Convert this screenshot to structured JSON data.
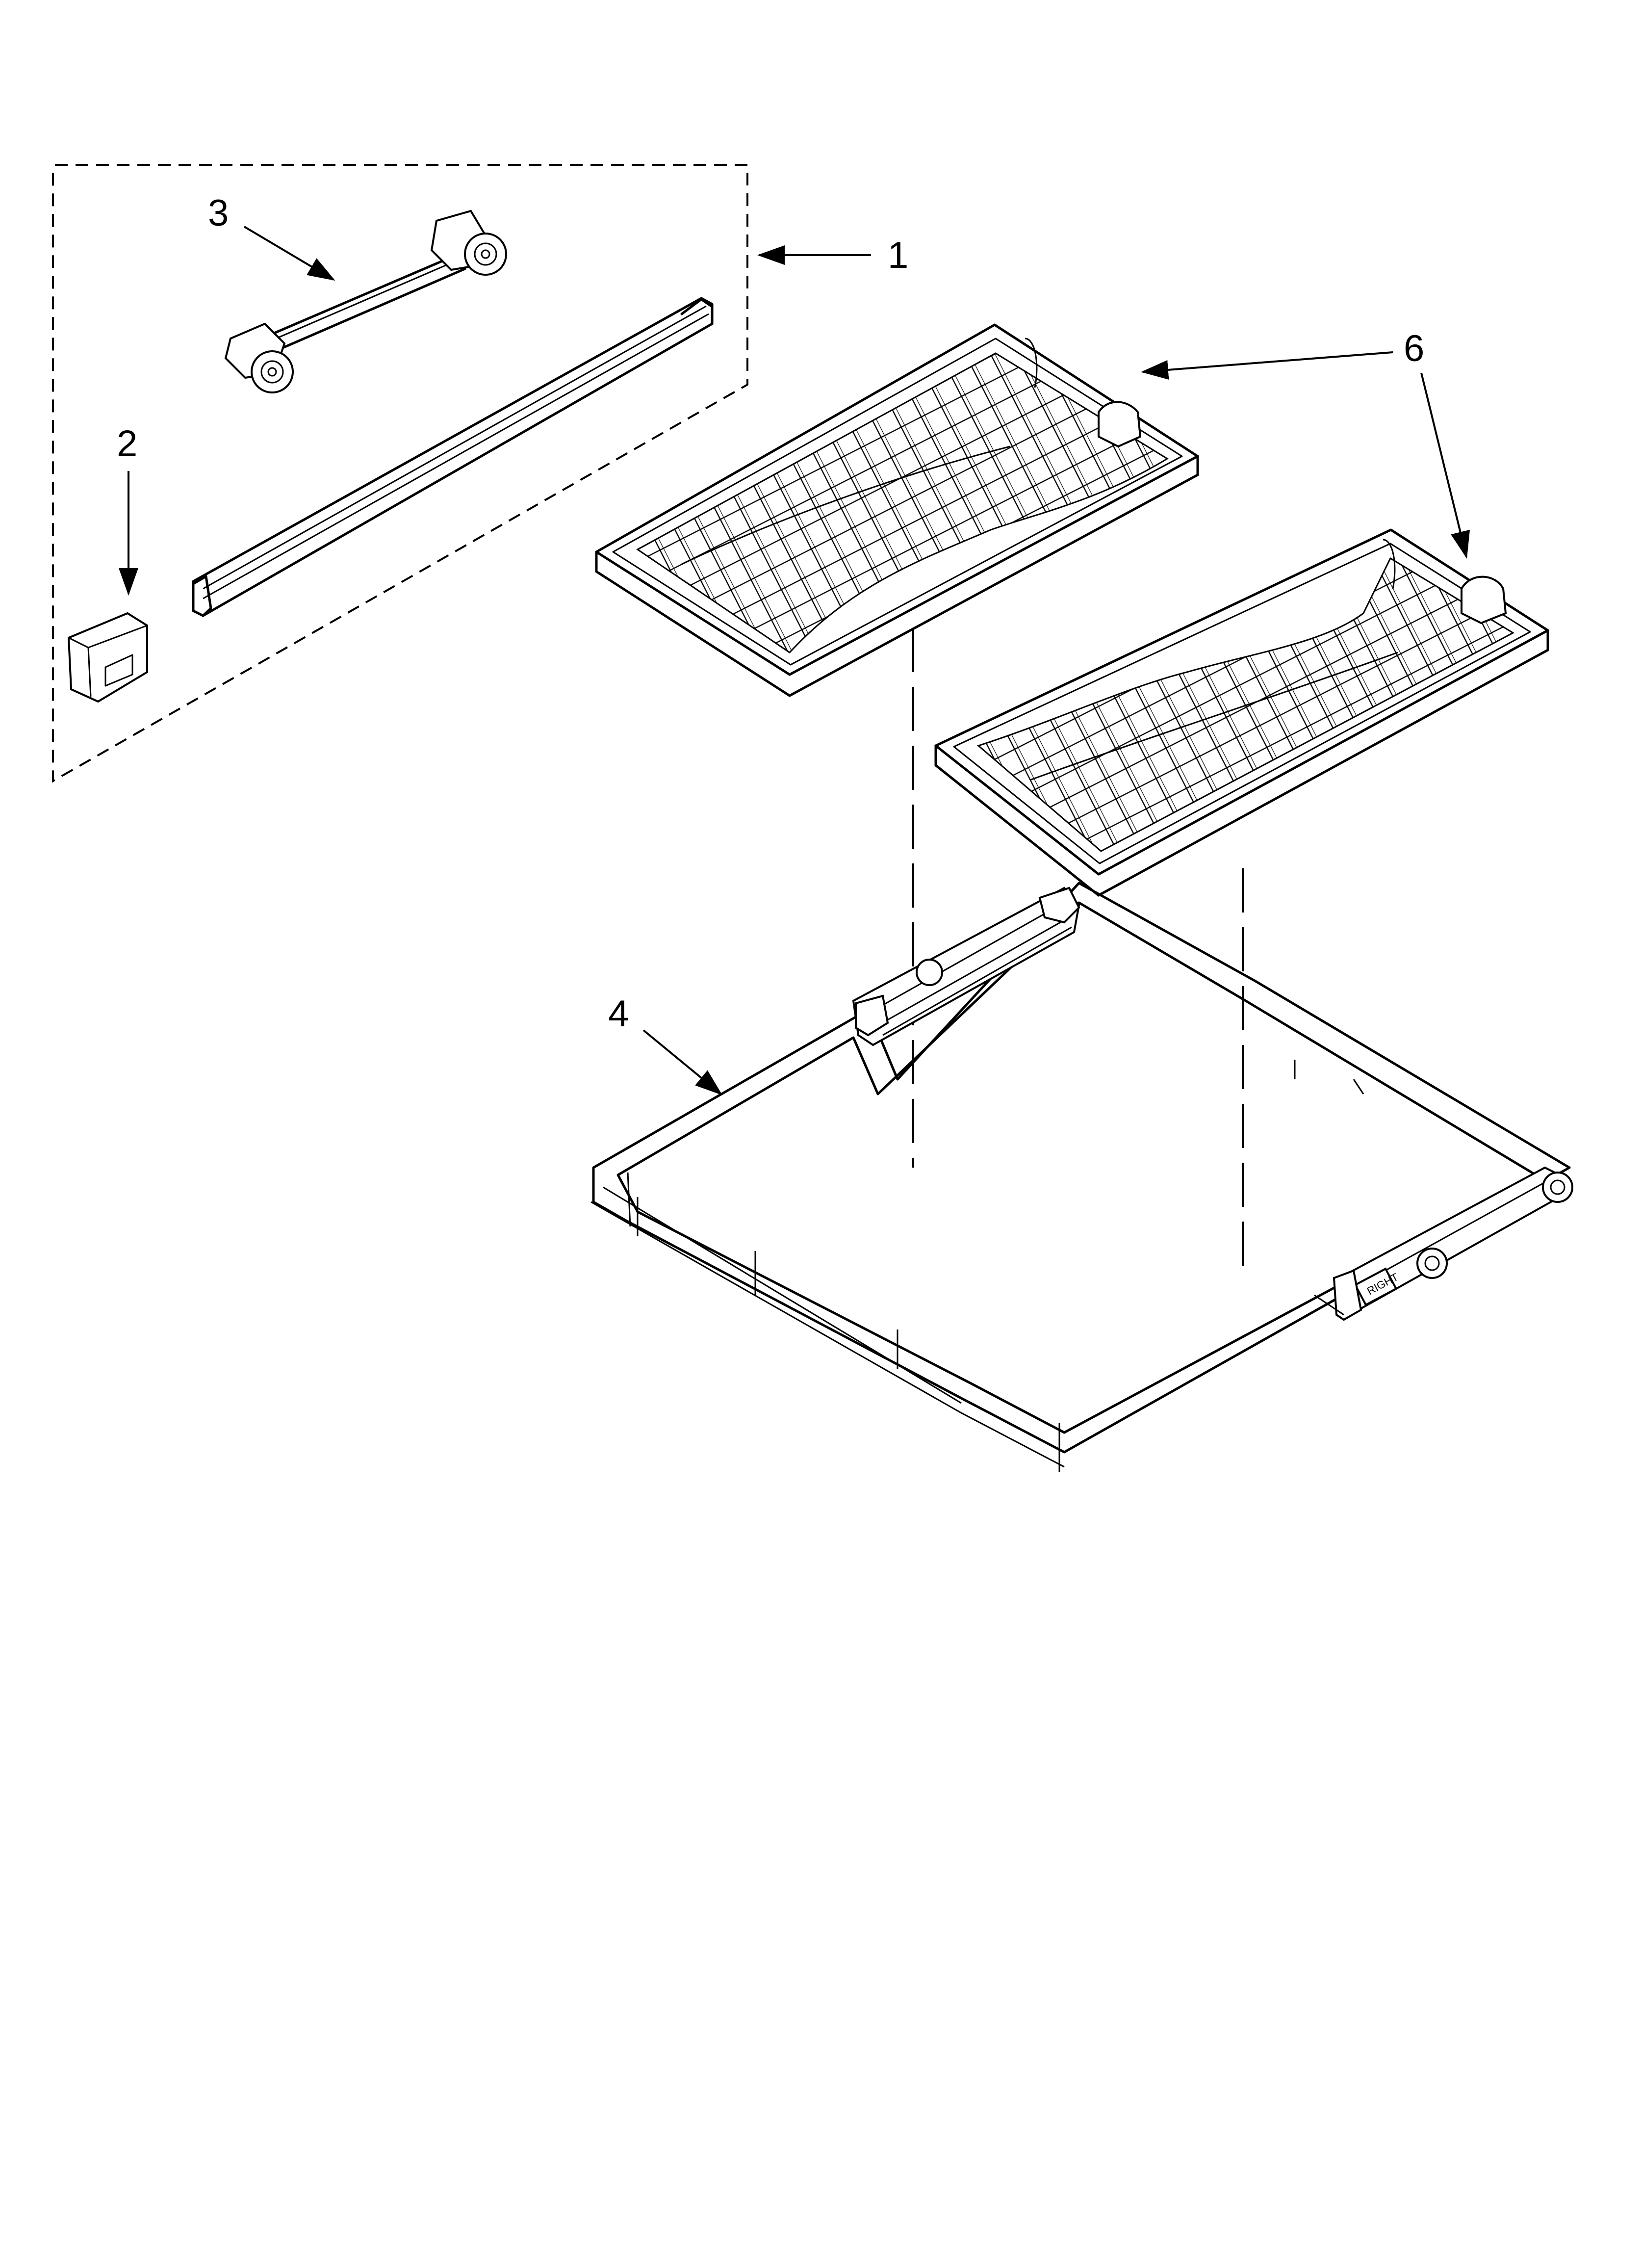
{
  "diagram": {
    "colors": {
      "ink": "#000000",
      "paper": "#ffffff"
    },
    "callouts": [
      {
        "id": "1",
        "label": "1",
        "part": "kit-group-box"
      },
      {
        "id": "2",
        "label": "2",
        "part": "clip"
      },
      {
        "id": "3",
        "label": "3",
        "part": "wheel-axle"
      },
      {
        "id": "4",
        "label": "4",
        "part": "rack-frame"
      },
      {
        "id": "6",
        "label": "6",
        "part": "utensil-trays"
      }
    ],
    "frame_marking": "RIGHT"
  }
}
